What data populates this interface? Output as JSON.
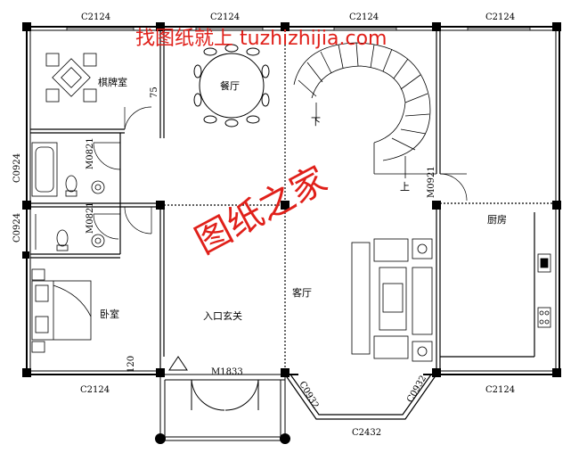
{
  "watermark_top": "找图纸就上 tuzhizhijia.com",
  "watermark_center": "图纸之家",
  "rooms": {
    "chess": "棋牌室",
    "dining": "餐厅",
    "kitchen": "厨房",
    "bedroom": "卧室",
    "entrance": "入口玄关",
    "living": "客厅"
  },
  "stairs": {
    "down": "下",
    "up": "上"
  },
  "dims": {
    "top_1": "C2124",
    "top_2": "C2124",
    "top_3": "C2124",
    "top_4": "C2124",
    "left_1": "C0924",
    "left_2": "C0924",
    "bottom_left": "C2124",
    "bottom_right": "C2124",
    "bottom_center": "C2432",
    "door_main": "M1833",
    "door_bath1": "M0821",
    "door_bath2": "M0821",
    "door_kitchen": "M0921",
    "bay_left": "C0932",
    "bay_right": "C0932",
    "d75": "75",
    "d120": "120"
  },
  "colors": {
    "watermark": "#e0201a",
    "line": "#000000"
  }
}
